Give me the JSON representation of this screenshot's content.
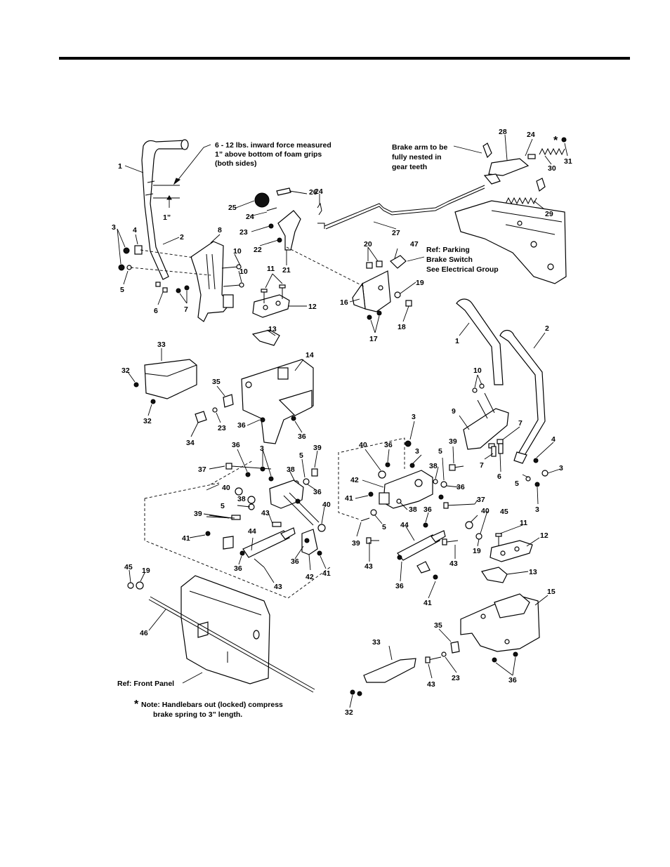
{
  "callouts": {
    "c1a": "1",
    "c2a": "2",
    "c3a": "3",
    "c4a": "4",
    "c5a": "5",
    "c6a": "6",
    "c7a": "7",
    "c8": "8",
    "c10a": "10",
    "c10b": "10",
    "c11a": "11",
    "c12a": "12",
    "c13a": "13",
    "c14": "14",
    "c16": "16",
    "c17": "17",
    "c18": "18",
    "c19a": "19",
    "c20": "20",
    "c21": "21",
    "c22": "22",
    "c23a": "23",
    "c24a": "24",
    "c24b": "24",
    "c24c": "24",
    "c25": "25",
    "c26": "26",
    "c27": "27",
    "c28": "28",
    "c29": "29",
    "c30": "30",
    "c31": "31",
    "c47": "47",
    "c33a": "33",
    "c32a": "32",
    "c32b": "32",
    "c35a": "35",
    "c23b": "23",
    "c34": "34",
    "c36a": "36",
    "c36b": "36",
    "c1b": "1",
    "c2b": "2",
    "c10c": "10",
    "c9": "9",
    "c7b": "7",
    "c7c": "7",
    "c6b": "6",
    "c5b": "5",
    "c4b": "4",
    "c3b": "3",
    "c3c": "3",
    "c5c": "5",
    "c39a": "39",
    "c3d": "3",
    "c3e": "3",
    "c37a": "37",
    "c36c": "36",
    "c3f": "3",
    "c39b": "39",
    "c5d": "5",
    "c38a": "38",
    "c40a": "40",
    "c36d": "36",
    "c5e": "5",
    "c38b": "38",
    "c39c": "39",
    "c43a": "43",
    "c44a": "44",
    "c40b": "40",
    "c41a": "41",
    "c36e": "36",
    "c36f": "36",
    "c42a": "42",
    "c41b": "41",
    "c43b": "43",
    "c40c": "40",
    "c36g": "36",
    "c42b": "42",
    "c38c": "38",
    "c36h": "36",
    "c41c": "41",
    "c38d": "38",
    "c37b": "37",
    "c5f": "5",
    "c36i": "36",
    "c44b": "44",
    "c39d": "39",
    "c40d": "40",
    "c43c": "43",
    "c43d": "43",
    "c36j": "36",
    "c41d": "41",
    "c19b": "19",
    "c45a": "45",
    "c11b": "11",
    "c12b": "12",
    "c13b": "13",
    "c45b": "45",
    "c19c": "19",
    "c46": "46",
    "c15": "15",
    "c35b": "35",
    "c33b": "33",
    "c23c": "23",
    "c43e": "43",
    "c36k": "36",
    "c32c": "32"
  },
  "notes": {
    "force_line1": "6 - 12 lbs. inward force measured",
    "force_line2": "1” above bottom of foam grips",
    "force_line3": "(both sides)",
    "one_inch": "1”",
    "brake_line1": "Brake arm to be",
    "brake_line2": "fully nested in",
    "brake_line3": "gear teeth",
    "asterisk": "*",
    "parking_line1": "Ref: Parking",
    "parking_line2": "Brake Switch",
    "parking_line3": "See Electrical Group",
    "front_panel": "Ref: Front Panel",
    "note_line1": "Note: Handlebars out (locked) compress",
    "note_line2": "brake spring to 3” length."
  }
}
